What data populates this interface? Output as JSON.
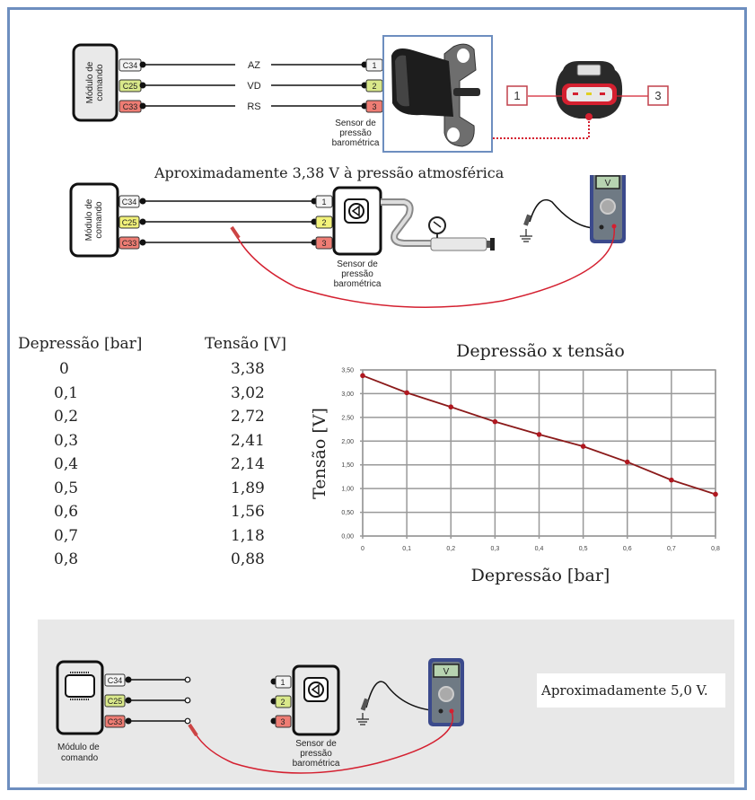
{
  "diagram1": {
    "module_label_line1": "Módulo de",
    "module_label_line2": "comando",
    "pins_module": [
      "C34",
      "C25",
      "C33"
    ],
    "wire_labels": [
      "AZ",
      "VD",
      "RS"
    ],
    "pins_sensor": [
      "1",
      "2",
      "3"
    ],
    "sensor_label_line1": "Sensor de",
    "sensor_label_line2": "pressão",
    "sensor_label_line3": "barométrica",
    "connector_callouts": [
      "1",
      "3"
    ]
  },
  "diagram2": {
    "caption": "Aproximadamente 3,38 V à pressão atmosférica",
    "module_label_line1": "Módulo de",
    "module_label_line2": "comando",
    "pins_module": [
      "C34",
      "C25",
      "C33"
    ],
    "pins_sensor": [
      "1",
      "2",
      "3"
    ],
    "sensor_label_line1": "Sensor de",
    "sensor_label_line2": "pressão",
    "sensor_label_line3": "barométrica",
    "meter_display": "V"
  },
  "table": {
    "headers": [
      "Depressão [bar]",
      "Tensão [V]"
    ],
    "rows": [
      [
        "0",
        "3,38"
      ],
      [
        "0,1",
        "3,02"
      ],
      [
        "0,2",
        "2,72"
      ],
      [
        "0,3",
        "2,41"
      ],
      [
        "0,4",
        "2,14"
      ],
      [
        "0,5",
        "1,89"
      ],
      [
        "0,6",
        "1,56"
      ],
      [
        "0,7",
        "1,18"
      ],
      [
        "0,8",
        "0,88"
      ]
    ]
  },
  "chart_data": {
    "type": "line",
    "title": "Depressão x tensão",
    "xlabel": "Depressão [bar]",
    "ylabel": "Tensão [V]",
    "x": [
      0,
      0.1,
      0.2,
      0.3,
      0.4,
      0.5,
      0.6,
      0.7,
      0.8
    ],
    "x_tick_labels": [
      "0",
      "0,1",
      "0,2",
      "0,3",
      "0,4",
      "0,5",
      "0,6",
      "0,7",
      "0,8"
    ],
    "y_tick_values": [
      0,
      0.5,
      1.0,
      1.5,
      2.0,
      2.5,
      3.0,
      3.5
    ],
    "y_tick_labels": [
      "0,00",
      "0,50",
      "1,00",
      "1,50",
      "2,00",
      "2,50",
      "3,00",
      "3,50"
    ],
    "series": [
      {
        "name": "Tensão",
        "values": [
          3.38,
          3.02,
          2.72,
          2.41,
          2.14,
          1.89,
          1.56,
          1.18,
          0.88
        ],
        "color": "#8b1a1a"
      }
    ],
    "xlim": [
      0,
      0.8
    ],
    "ylim": [
      0,
      3.5
    ],
    "grid": true,
    "legend": "none"
  },
  "diagram3": {
    "module_label_line1": "Módulo de",
    "module_label_line2": "comando",
    "pins_module": [
      "C34",
      "C25",
      "C33"
    ],
    "pins_sensor": [
      "1",
      "2",
      "3"
    ],
    "sensor_label_line1": "Sensor de",
    "sensor_label_line2": "pressão",
    "sensor_label_line3": "barométrica",
    "meter_display": "V",
    "note": "Aproximadamente 5,0 V."
  },
  "colors": {
    "frame": "#6d8ebf",
    "pin_white": "#f4f4f4",
    "pin_yellow": "#d9e88a",
    "pin_red": "#ee7d74",
    "probe_red": "#d42030",
    "chart_line": "#8b1a1a",
    "meter_body": "#3b4a8c"
  }
}
